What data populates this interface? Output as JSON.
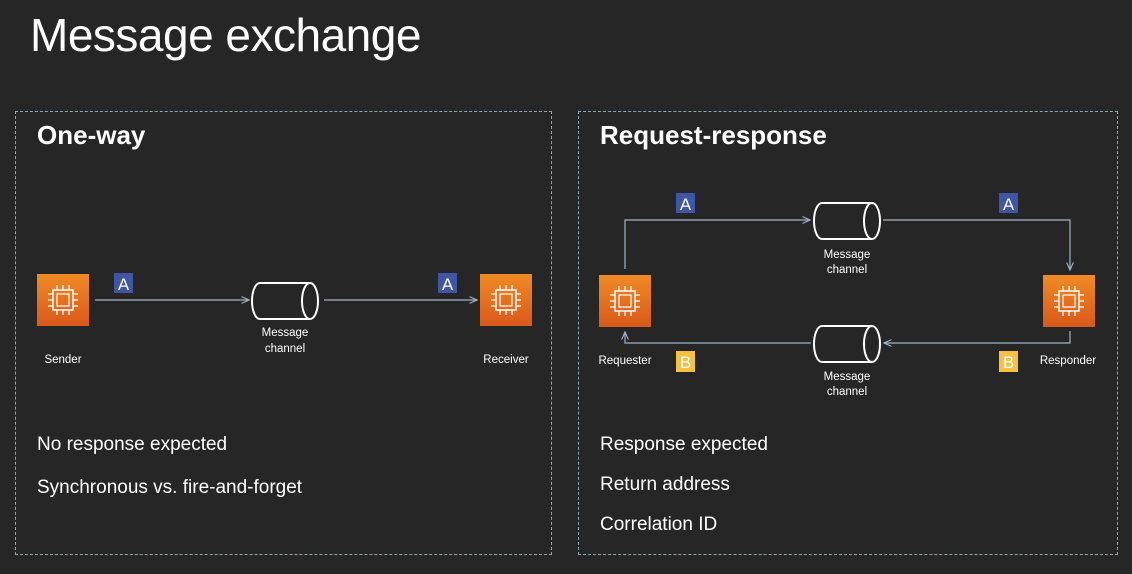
{
  "title": "Message exchange",
  "colors": {
    "background": "#262626",
    "border": "#8fa6b5",
    "line": "#9fb3c4",
    "chip_orange_top": "#f08a24",
    "chip_orange_bottom": "#d9591b",
    "badge_a": "#3f55a5",
    "badge_b": "#f6c142"
  },
  "one_way": {
    "heading": "One-way",
    "sender_label": "Sender",
    "receiver_label": "Receiver",
    "channel_label_line1": "Message",
    "channel_label_line2": "channel",
    "badge_a1": "A",
    "badge_a2": "A",
    "points": [
      "No response expected",
      "Synchronous vs. fire-and-forget"
    ]
  },
  "request_response": {
    "heading": "Request-response",
    "requester_label": "Requester",
    "responder_label": "Responder",
    "top_channel_line1": "Message",
    "top_channel_line2": "channel",
    "bottom_channel_line1": "Message",
    "bottom_channel_line2": "channel",
    "badge_a1": "A",
    "badge_a2": "A",
    "badge_b1": "B",
    "badge_b2": "B",
    "points": [
      "Response expected",
      "Return address",
      "Correlation ID"
    ]
  },
  "icons": {
    "compute": "chip-icon",
    "channel": "pipe-icon"
  }
}
